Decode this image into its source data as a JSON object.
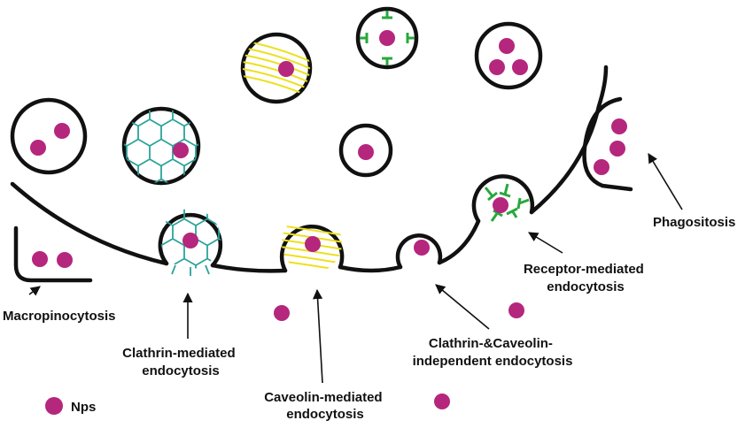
{
  "colors": {
    "membrane": "#111111",
    "nanoparticle": "#b5267d",
    "clathrin": "#2aa39a",
    "caveolin": "#ece01a",
    "receptor": "#28a83c"
  },
  "labels": {
    "macropinocytosis": "Macropinocytosis",
    "clathrin_line1": "Clathrin-mediated",
    "clathrin_line2": "endocytosis",
    "caveolin_line1": "Caveolin-mediated",
    "caveolin_line2": "endocytosis",
    "independent_line1": "Clathrin-&Caveolin-",
    "independent_line2": "independent endocytosis",
    "receptor_line1": "Receptor-mediated",
    "receptor_line2": "endocytosis",
    "phagocytosis": "Phagositosis",
    "legend_nps": "Nps"
  }
}
